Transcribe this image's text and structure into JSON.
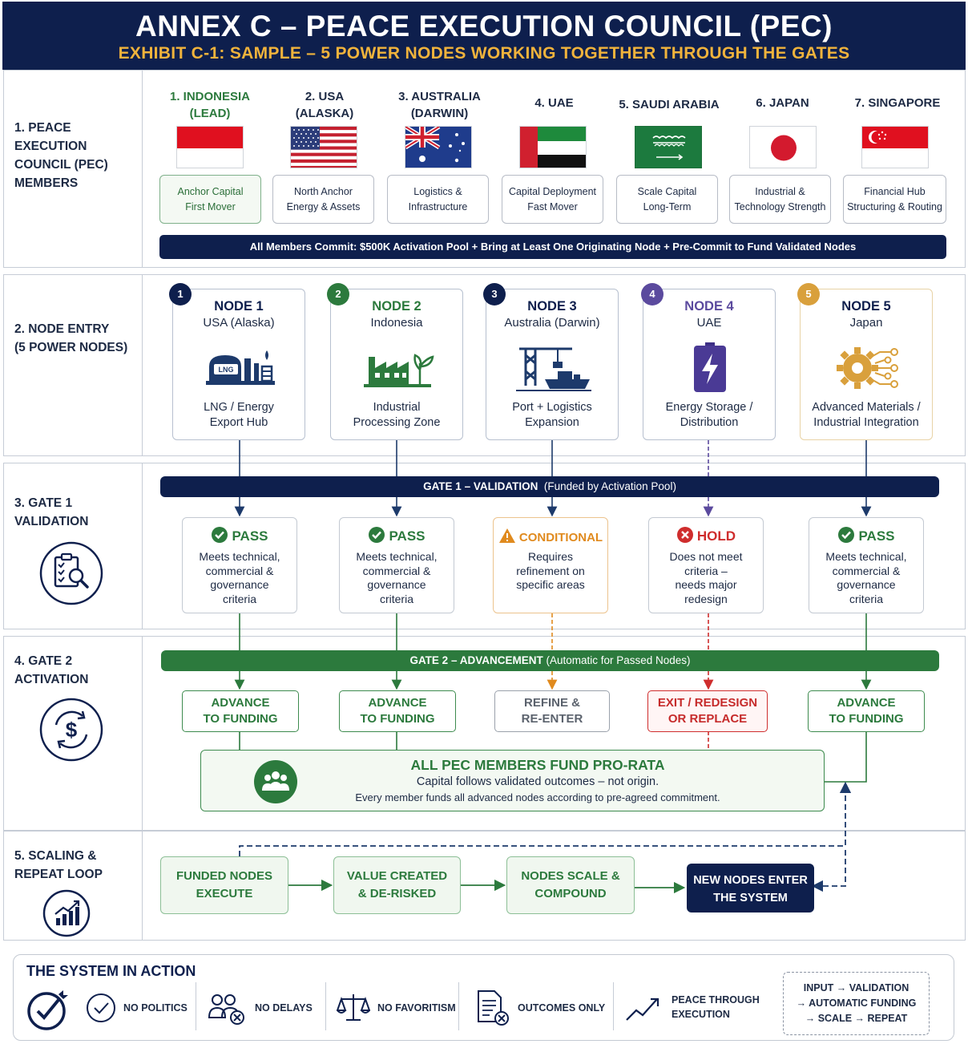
{
  "header": {
    "title": "ANNEX C – PEACE EXECUTION COUNCIL (PEC)",
    "subtitle": "EXHIBIT C-1: SAMPLE – 5 POWER NODES WORKING TOGETHER THROUGH THE GATES"
  },
  "rows": {
    "r1": "1. PEACE EXECUTION\nCOUNCIL (PEC)\nMEMBERS",
    "r2": "2. NODE ENTRY\n(5 POWER NODES)",
    "r3": "3. GATE 1\nVALIDATION",
    "r4": "4. GATE 2\nACTIVATION",
    "r5": "5. SCALING &\nREPEAT LOOP"
  },
  "members": [
    {
      "name": "1. INDONESIA\n(LEAD)",
      "tag": "Anchor Capital\nFirst Mover",
      "flag": "indonesia-flag"
    },
    {
      "name": "2. USA\n(ALASKA)",
      "tag": "North Anchor\nEnergy & Assets",
      "flag": "usa-flag"
    },
    {
      "name": "3. AUSTRALIA\n(DARWIN)",
      "tag": "Logistics &\nInfrastructure",
      "flag": "australia-flag"
    },
    {
      "name": "4. UAE",
      "tag": "Capital Deployment\nFast Mover",
      "flag": "uae-flag"
    },
    {
      "name": "5. SAUDI ARABIA",
      "tag": "Scale Capital\nLong-Term",
      "flag": "saudi-flag"
    },
    {
      "name": "6. JAPAN",
      "tag": "Industrial &\nTechnology Strength",
      "flag": "japan-flag"
    },
    {
      "name": "7. SINGAPORE",
      "tag": "Financial Hub\nStructuring & Routing",
      "flag": "singapore-flag"
    }
  ],
  "commit_bar": "All Members Commit:  $500K Activation Pool  +  Bring at Least One Originating Node  +  Pre-Commit to Fund Validated Nodes",
  "nodes": [
    {
      "num": "1",
      "title": "NODE 1",
      "loc": "USA (Alaska)",
      "desc": "LNG / Energy\nExport Hub",
      "icon": "lng-plant-icon",
      "icon_text": "LNG",
      "color": "#0e1f4d"
    },
    {
      "num": "2",
      "title": "NODE 2",
      "loc": "Indonesia",
      "desc": "Industrial\nProcessing Zone",
      "icon": "factory-icon",
      "color": "#2c7a3d"
    },
    {
      "num": "3",
      "title": "NODE 3",
      "loc": "Australia (Darwin)",
      "desc": "Port + Logistics\nExpansion",
      "icon": "port-crane-icon",
      "color": "#0e1f4d"
    },
    {
      "num": "4",
      "title": "NODE 4",
      "loc": "UAE",
      "desc": "Energy Storage /\nDistribution",
      "icon": "battery-icon",
      "color": "#5b4a9e"
    },
    {
      "num": "5",
      "title": "NODE 5",
      "loc": "Japan",
      "desc": "Advanced Materials /\nIndustrial Integration",
      "icon": "gear-network-icon",
      "color": "#d9a03c"
    }
  ],
  "gate1": {
    "bar_bold": "GATE 1 – VALIDATION",
    "bar_rest": "(Funded by Activation Pool)",
    "results": [
      {
        "status": "PASS",
        "text": "Meets technical,\ncommercial &\ngovernance\ncriteria",
        "icon": "check-circle-icon",
        "color": "#2c7a3d"
      },
      {
        "status": "PASS",
        "text": "Meets technical,\ncommercial &\ngovernance\ncriteria",
        "icon": "check-circle-icon",
        "color": "#2c7a3d"
      },
      {
        "status": "CONDITIONAL",
        "text": "Requires\nrefinement on\nspecific areas",
        "icon": "warning-icon",
        "color": "#e08a1e"
      },
      {
        "status": "HOLD",
        "text": "Does not meet\ncriteria –\nneeds major\nredesign",
        "icon": "x-circle-icon",
        "color": "#cf2d2d"
      },
      {
        "status": "PASS",
        "text": "Meets technical,\ncommercial &\ngovernance\ncriteria",
        "icon": "check-circle-icon",
        "color": "#2c7a3d"
      }
    ]
  },
  "gate2": {
    "bar_bold": "GATE 2 – ADVANCEMENT",
    "bar_rest": "(Automatic for Passed Nodes)",
    "outcomes": [
      {
        "label": "ADVANCE\nTO FUNDING",
        "kind": "advance"
      },
      {
        "label": "ADVANCE\nTO FUNDING",
        "kind": "advance"
      },
      {
        "label": "REFINE &\nRE-ENTER",
        "kind": "refine"
      },
      {
        "label": "EXIT / REDESIGN\nOR REPLACE",
        "kind": "exit"
      },
      {
        "label": "ADVANCE\nTO FUNDING",
        "kind": "advance"
      }
    ],
    "fund_title": "ALL PEC MEMBERS FUND PRO-RATA",
    "fund_line1": "Capital follows validated outcomes – not origin.",
    "fund_line2": "Every member funds all advanced nodes according to pre-agreed commitment."
  },
  "scaling": [
    {
      "label": "FUNDED NODES\nEXECUTE"
    },
    {
      "label": "VALUE CREATED\n& DE-RISKED"
    },
    {
      "label": "NODES SCALE &\nCOMPOUND"
    },
    {
      "label": "NEW NODES ENTER\nTHE SYSTEM"
    }
  ],
  "footer": {
    "title": "THE SYSTEM IN ACTION",
    "items": [
      {
        "label": "NO POLITICS",
        "icon": "check-circle-icon"
      },
      {
        "label": "NO DELAYS",
        "icon": "people-x-icon"
      },
      {
        "label": "NO FAVORITISM",
        "icon": "scales-icon"
      },
      {
        "label": "OUTCOMES ONLY",
        "icon": "document-x-icon"
      },
      {
        "label": "PEACE THROUGH\nEXECUTION",
        "icon": "trend-up-icon"
      }
    ],
    "loop": "INPUT → VALIDATION\n→ AUTOMATIC FUNDING\n→ SCALE → REPEAT"
  },
  "colors": {
    "navy": "#0e1f4d",
    "gold": "#f0b33c",
    "green": "#2c7a3d",
    "orange": "#e08a1e",
    "red": "#cf2d2d",
    "purple": "#5b4a9e"
  }
}
